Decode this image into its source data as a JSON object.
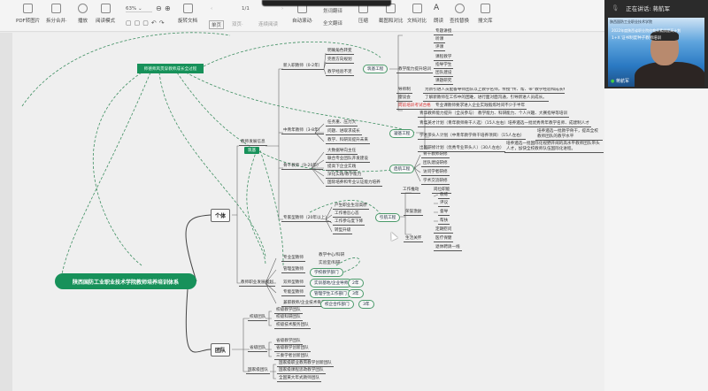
{
  "toolbar": {
    "pdf_to_image": "PDF转图片",
    "split_merge": "拆分合并·",
    "play": "播放",
    "read_mode": "阅读模式",
    "zoom_level": "63%",
    "rotate": "旋转文档",
    "page": "1/1",
    "single_page": "单页",
    "double_page": "双页·",
    "continuous": "连续阅读",
    "auto_scroll": "自动滚动·",
    "word_translate": "划词翻译",
    "full_translate": "全文翻译",
    "compress": "压缩",
    "screenshot_compare": "截图和对比",
    "doc_compare": "文档对比",
    "read_aloud": "朗读",
    "find_replace": "查找替换",
    "search_library": "搜文库"
  },
  "meeting": {
    "speaking_label": "正在讲话: 蒋航军",
    "speaker_name": "蒋航军",
    "banner_school": "陕西国防工业职业技术学院",
    "banner_line1": "2022年度陕西省职业院校教师素质提高计划",
    "banner_line2": "1+X 证书制度种子教师培训"
  },
  "mindmap": {
    "root": "陕西国防工业职业技术学院教师培养培训体系",
    "ethics": "师德师风贯穿教师成长全过程",
    "individual": "个体",
    "team": "团队",
    "dev_info": "教师发展信息",
    "dev_tag": "筑基",
    "stages": [
      {
        "label": "新入职教师（0-2年）",
        "children": [
          "明确角色转变",
          "完善方向规划",
          "教学经验不足"
        ],
        "program": "筑基工程"
      },
      {
        "label": "中青年教师（3-8年）",
        "children": [
          "任务重、压力大",
          "问题、进取求成长",
          "教学、科研双提升未来"
        ],
        "program": "凝基工程"
      },
      {
        "label": "骨干教师（9-20年）",
        "children": [
          "大数据导向主任",
          "联合专业团队开发建设",
          "提高下企业实践",
          "深化实践/教学能力",
          "国际培养和专业认证能力培养"
        ],
        "program": "启航工程"
      },
      {
        "label": "专家型教师（20年以上）",
        "children": [
          "产生职业生涯高原",
          "工作倦怠心态",
          "工作参与度下降",
          "转型升级"
        ],
        "program": "引航工程"
      }
    ],
    "right_top": {
      "items_a": [
        "专题讲授",
        "听课",
        "评课"
      ],
      "group_b_label": "教学能力提升培训",
      "items_b": [
        "课程教学",
        "指导学生",
        "团队建设",
        "课题研究"
      ],
      "rows": [
        {
          "label": "导师制",
          "text": "为新引进人员配备导师团队以上教学名师，传授“传、帮、带”教学经验和成长经验。"
        },
        {
          "label": "座谈会",
          "text": "了解新教师在工作中的困难，进行面对面沟通，引导新进人员成长。"
        },
        {
          "label": "岗前培训考试合格",
          "text": "专业课教师要求进入企业实践锻炼时间不少于半年",
          "red": true
        }
      ]
    },
    "build_rows": [
      {
        "label": "青年教师能力提升（全员参与）",
        "text": "教学能力、科研能力、个人兴趣、大赛指导等培训"
      },
      {
        "label": "青年英才计划（青年教师骨干人选）（15人左右）",
        "text": "培养遴选一批优秀青年教学名师、成建制人才"
      },
      {
        "label": "学术带头人计划（中青年教学骨干培养项目）（15人左右）",
        "text": "培养遴选一批教学骨干，提高全校教师团队的教学水平"
      },
      {
        "label": "出国研修计划（优秀专业带头人）（30人左右）",
        "text": "培养遴选一批国际化视野开阔的高水平教师团队带头人才，加快全校教师队伍国际化进程。"
      }
    ],
    "launch_items": [
      "骨干教师研修",
      "团队建设研修",
      "访问学者研修",
      "学术交流研修"
    ],
    "lead": {
      "work_label": "工作推动",
      "work_child": "岗位职能",
      "honor_label": "荣誉激励",
      "honor_items": [
        "教练",
        "评议",
        "督导",
        "帮扶"
      ],
      "life_label": "生活关怀",
      "life_items": [
        "定期慰问",
        "医疗保健",
        "退休聘请一线"
      ]
    },
    "career": {
      "label": "教师职业发展规划",
      "types": [
        "专业型教师",
        "管理型教师",
        "双师型教师",
        "专能型教师",
        "兼职教师/企业技术骨干"
      ],
      "paths": [
        "教学中心/科研",
        "实验室/科研",
        "学校教学部门",
        "实训基地/企业导师",
        "管理学生工作部门",
        "校企合作部门"
      ],
      "years": [
        "2年",
        "3年",
        "3年"
      ]
    },
    "teams": [
      {
        "label": "校级团队",
        "children": [
          "校级教学团队",
          "校级科研团队",
          "校级技术服务团队"
        ]
      },
      {
        "label": "省级团队",
        "children": [
          "省级教学团队",
          "省级教学创新团队",
          "三秦学者创新团队"
        ]
      },
      {
        "label": "国家级团队",
        "children": [
          "国家级职业教育教学创新团队",
          "国家级课程思政教学团队",
          "全国黄大年式教师团队"
        ]
      }
    ]
  }
}
